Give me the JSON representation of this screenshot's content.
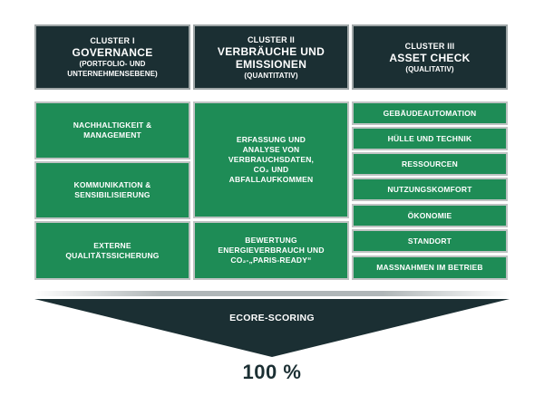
{
  "clusters": [
    {
      "line1": "Cluster I",
      "line2": "Governance",
      "line3": "(Portfolio- und Unternehmensebene)"
    },
    {
      "line1": "Cluster II",
      "line2": "Verbräuche und Emissionen",
      "line3": "(quantitativ)"
    },
    {
      "line1": "Cluster III",
      "line2": "Asset Check",
      "line3": "(qualitativ)"
    }
  ],
  "governance_cells": [
    [
      "Nachhaltigkeit &",
      "Management"
    ],
    [
      "Kommunikation &",
      "Sensibilisierung"
    ],
    [
      "Externe",
      "Qualitätssicherung"
    ]
  ],
  "emissions_cells": [
    [
      "Erfassung und",
      "Analyse von",
      "Verbrauchsdaten,",
      "CO₂ und",
      "Abfallaufkommen"
    ],
    [
      "Bewertung",
      "Energieverbrauch und",
      "CO₂-„Paris-Ready“"
    ]
  ],
  "asset_items": [
    "Gebäudeautomation",
    "Hülle und Technik",
    "Ressourcen",
    "Nutzungskomfort",
    "Ökonomie",
    "Standort",
    "Massnahmen im Betrieb"
  ],
  "scoring": {
    "label": "ECORE-Scoring",
    "result": "100 %"
  },
  "colors": {
    "dark": "#1b2f33",
    "green": "#1e8c56",
    "border": "#9fa6a7"
  }
}
